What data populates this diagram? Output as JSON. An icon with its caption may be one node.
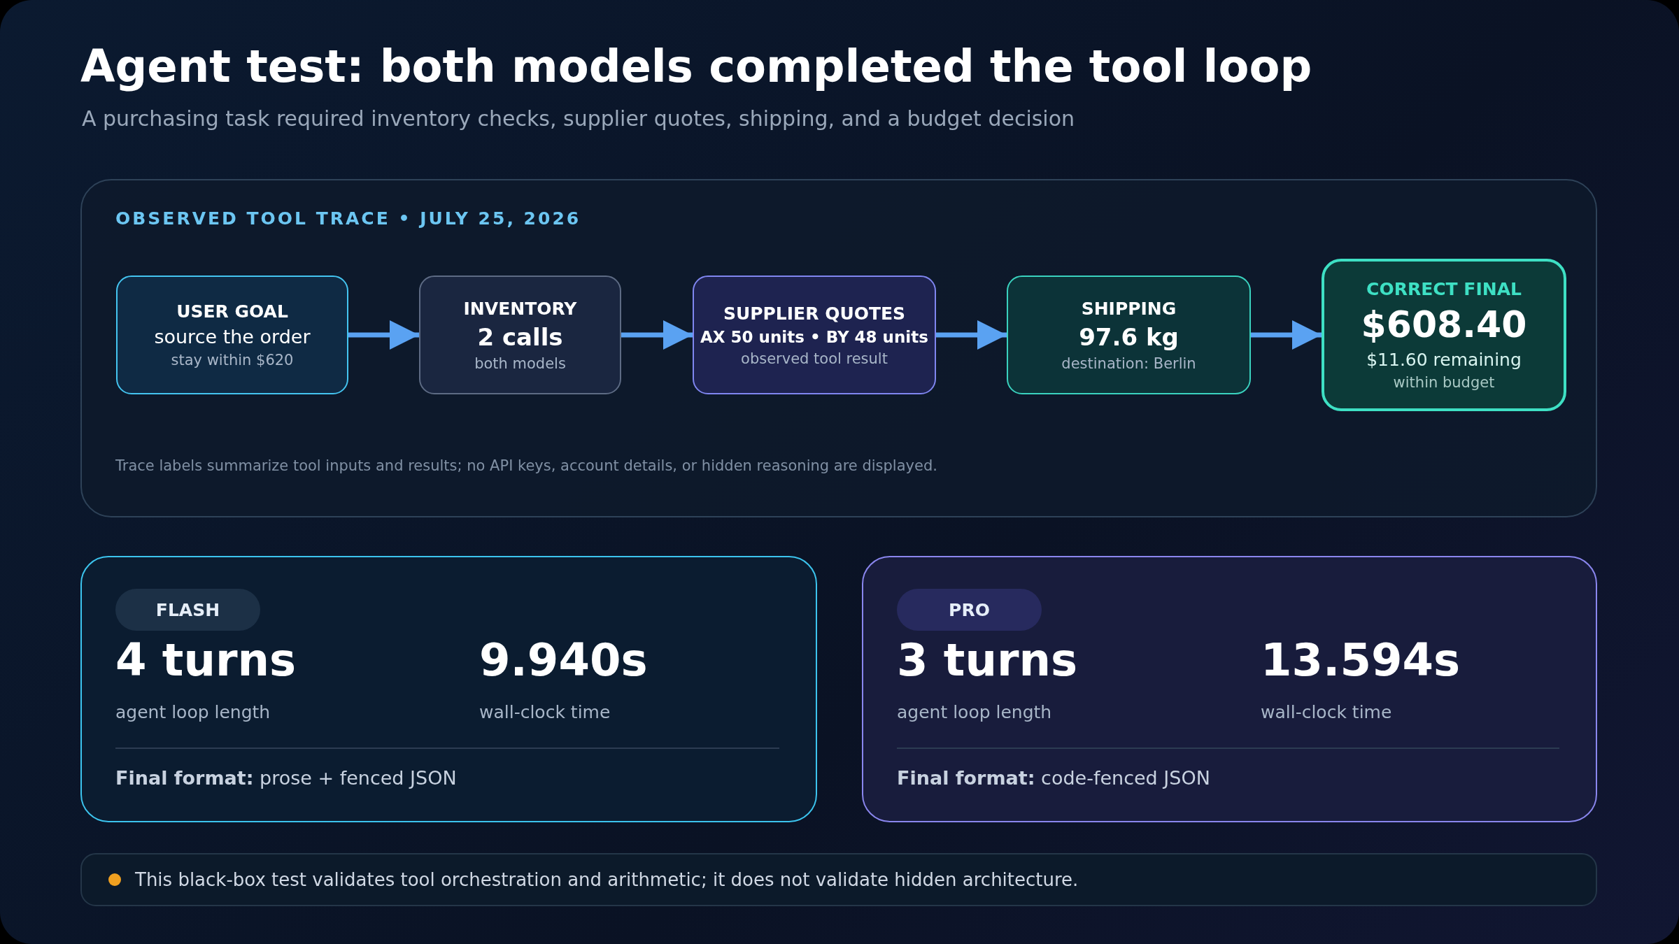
{
  "diagram": {
    "title": "Agent test: both models completed the tool loop",
    "nodes": [
      {
        "text": [
          "OBSERVED TOOL TRACE • JULY 25, 2026",
          "Trace labels summarize tool inputs and results; no API keys, account details, or hidden reasoning are displayed."
        ]
      },
      {
        "text": [
          "USER GOAL",
          "source the order",
          "stay within $620"
        ],
        "in": 0
      },
      {
        "text": [
          "INVENTORY",
          "2 calls",
          "both models"
        ],
        "in": 0
      },
      {
        "text": [
          "SUPPLIER QUOTES",
          "AX 50 units • BY 48 units",
          "observed tool result"
        ],
        "in": 0
      },
      {
        "text": [
          "SHIPPING",
          "97.6 kg",
          "destination: Berlin"
        ],
        "in": 0
      },
      {
        "text": [
          "CORRECT FINAL",
          "$608.40",
          "$11.60 remaining",
          "within budget"
        ],
        "in": 0
      },
      {
        "text": [
          "4 turns",
          "agent loop length",
          "9.940s",
          "wall-clock time",
          "**Final format:** prose + fenced JSON"
        ]
      },
      {
        "text": [
          "FLASH"
        ],
        "in": 6
      },
      {
        "text": [
          "3 turns",
          "agent loop length",
          "13.594s",
          "wall-clock time",
          "**Final format:** code-fenced JSON"
        ]
      },
      {
        "text": [
          "PRO"
        ],
        "in": 8
      },
      {
        "text": [
          "This black-box test validates tool orchestration and arithmetic; it does not validate hidden architecture."
        ]
      }
    ],
    "edges": [
      {
        "from": 1,
        "to": 2,
        "arrow": "to"
      },
      {
        "from": 2,
        "to": 3,
        "arrow": "to"
      },
      {
        "from": 3,
        "to": 4,
        "arrow": "to"
      },
      {
        "from": 4,
        "to": 5,
        "arrow": "to"
      }
    ],
    "labels": [
      "A purchasing task required inventory checks, supplier quotes, shipping, and a budget decision"
    ]
  }
}
